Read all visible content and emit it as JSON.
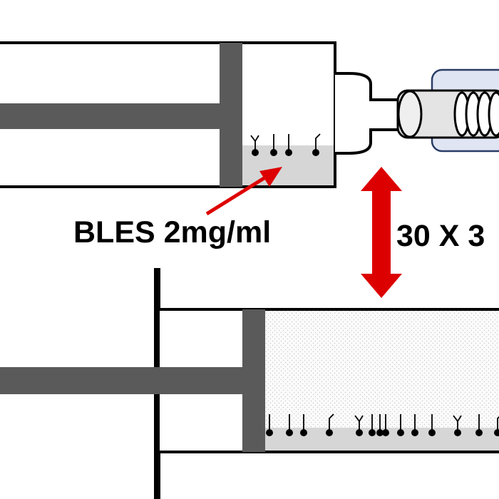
{
  "labels": {
    "concentration": "BLES 2mg/ml",
    "repetitions": "30 X 3"
  },
  "icons": {
    "pointer_arrow": "red-pointer-arrow",
    "double_arrow": "red-double-headed-arrow",
    "molecules": "surfactant-molecule-icon"
  },
  "colors": {
    "arrow": "#dd0000",
    "plunger": "#5a5a5a",
    "outline": "#000000",
    "fluid": "#d6d6d6",
    "connector_fill": "#dfe5f2",
    "connector_stroke": "#2a3c66",
    "nozzle": "#e4e4e4"
  }
}
